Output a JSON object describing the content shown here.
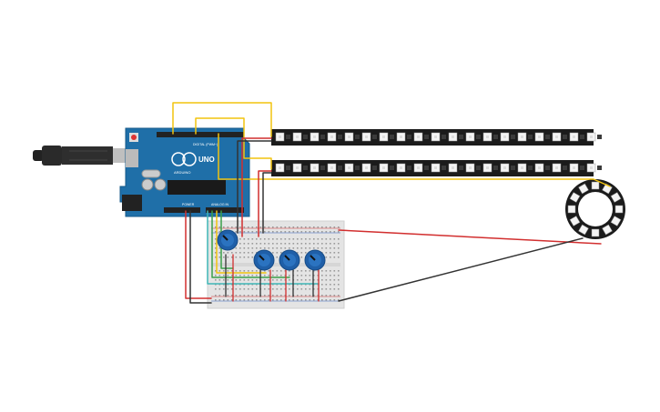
{
  "arduino": {
    "brand": "ARDUINO",
    "model": "UNO",
    "power_label": "POWER",
    "analog_label": "ANALOG IN",
    "digital_label": "DIGITAL (PWM~)"
  },
  "components": {
    "led_strips": 2,
    "potentiometers": 4,
    "neopixel_ring_pixels": 12
  },
  "colors": {
    "board": "#1f6fa8",
    "strip": "#1b1b1b",
    "wire_yellow": "#f2c40f",
    "wire_red": "#d22f2f",
    "wire_black": "#333333",
    "wire_teal": "#3fb6b6",
    "wire_green": "#3aa04a",
    "pot": "#1f5fa8"
  }
}
